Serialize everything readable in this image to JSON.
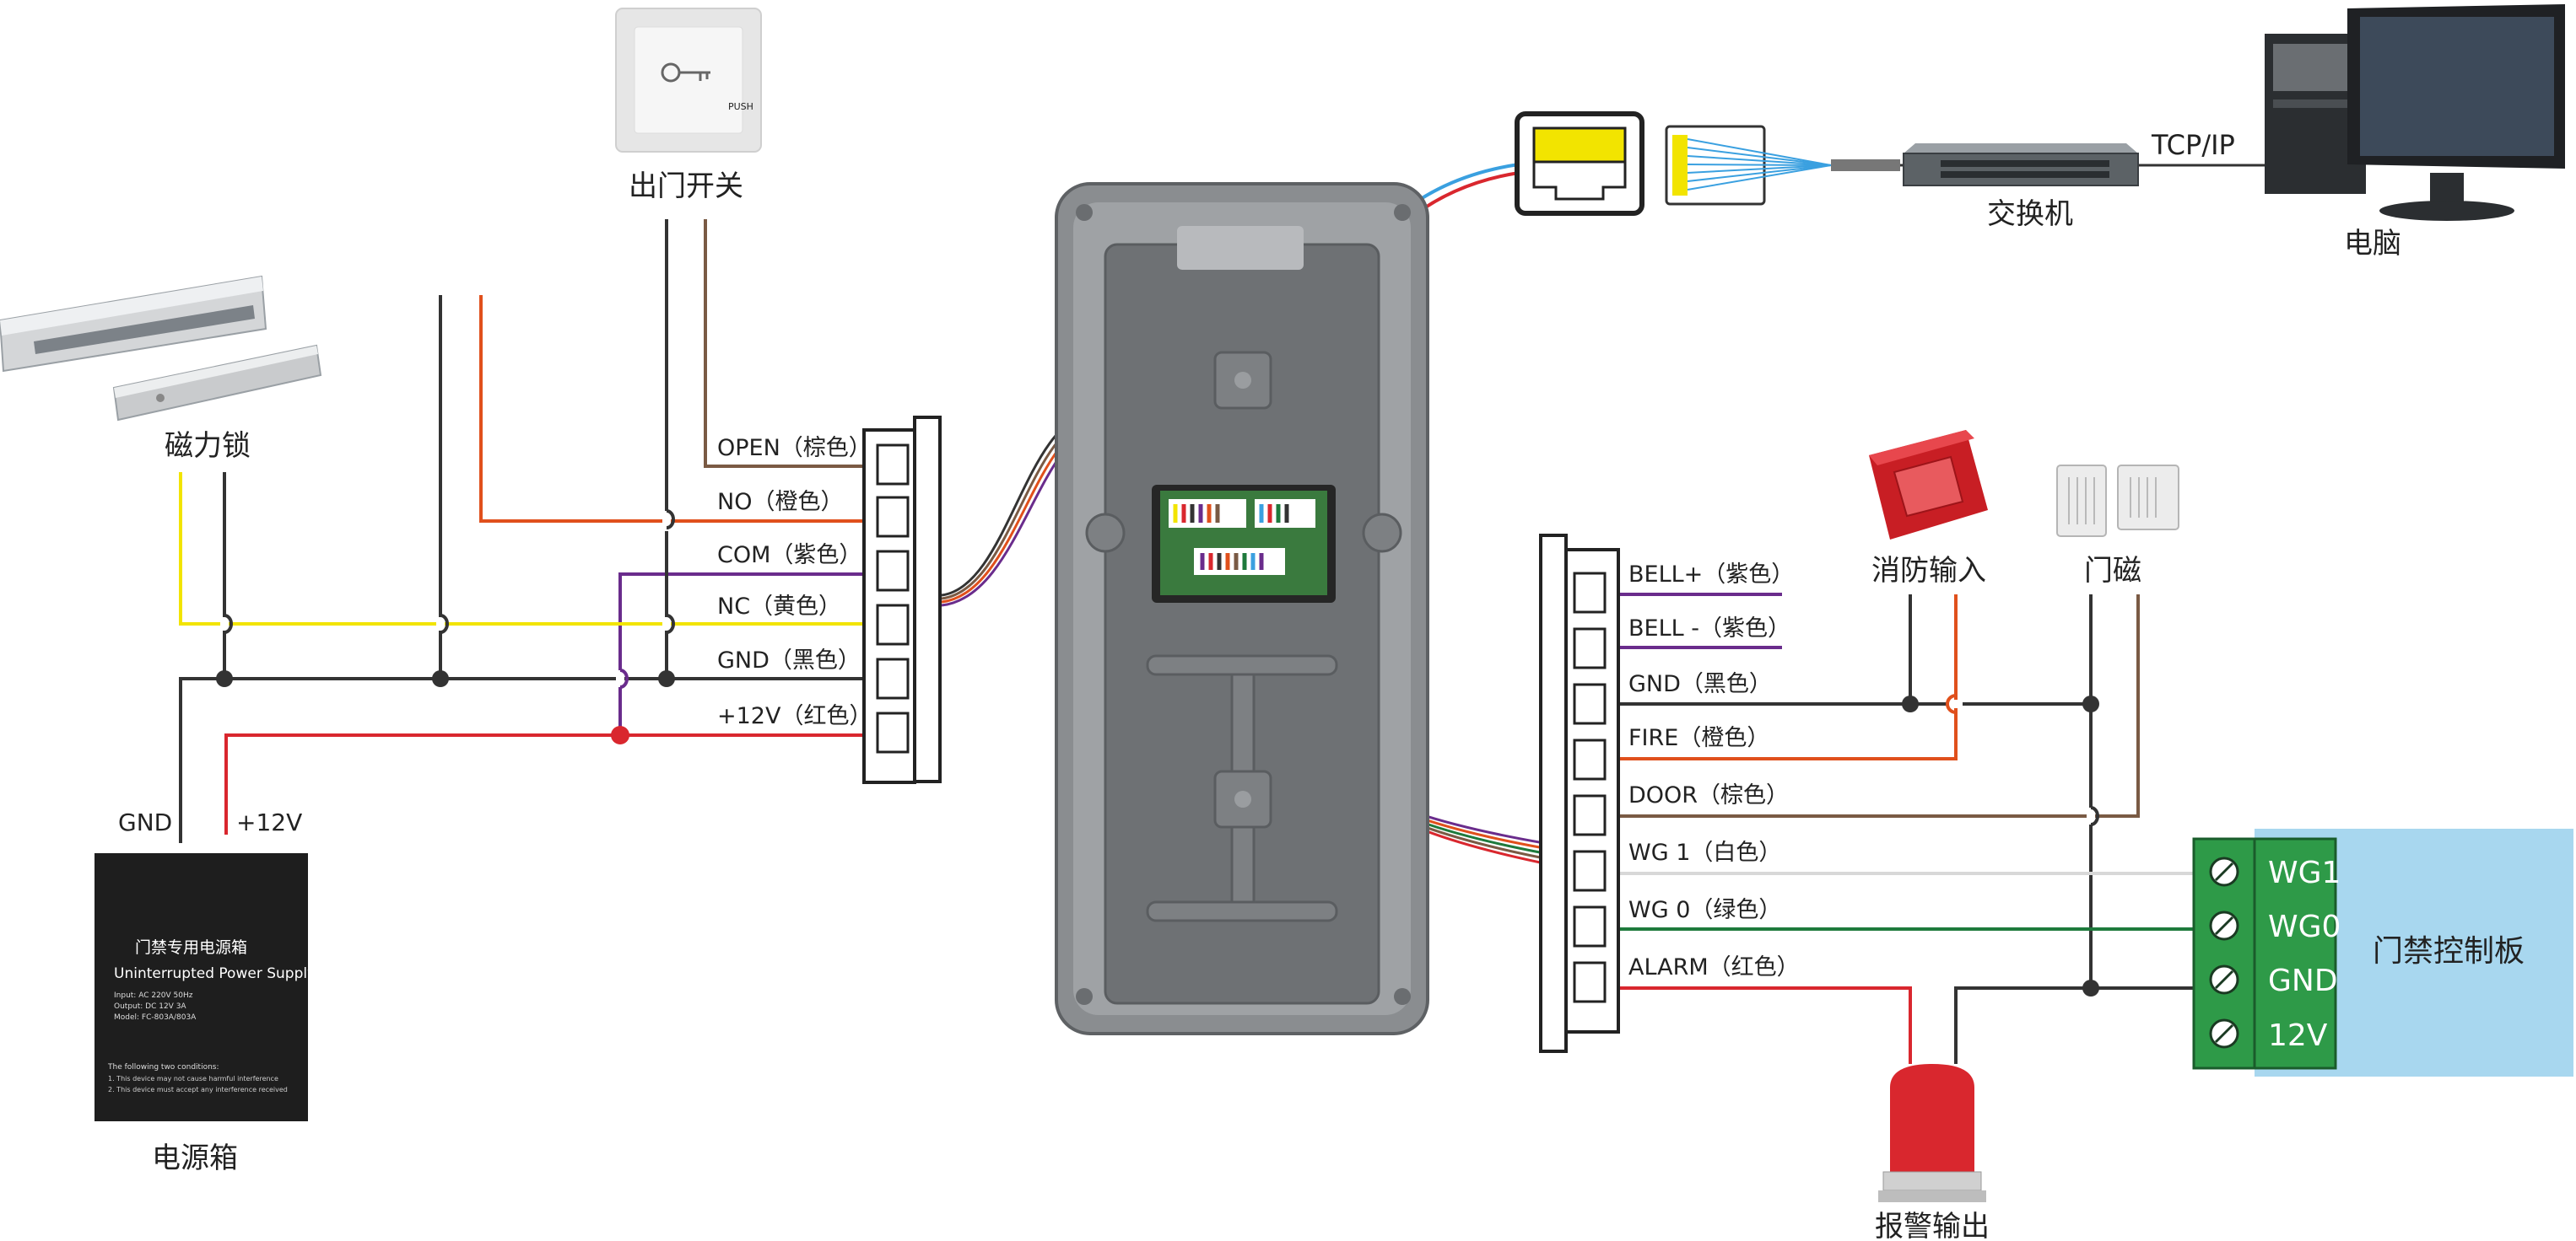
{
  "devices": {
    "exit_switch": "出门开关",
    "exit_switch_push": "PUSH",
    "mag_lock": "磁力锁",
    "power_box": "电源箱",
    "fire_input": "消防输入",
    "door_sensor": "门磁",
    "alarm_output": "报警输出",
    "switch": "交换机",
    "computer": "电脑",
    "control_board": "门禁控制板"
  },
  "network": {
    "protocol": "TCP/IP"
  },
  "power_supply": {
    "gnd_label": "GND",
    "v12_label": "+12V",
    "title_cn": "门禁专用电源箱",
    "title_en": "Uninterrupted Power Supply",
    "spec_input": "Input: AC 220V 50Hz",
    "spec_output": "Output: DC 12V 3A",
    "spec_model": "Model: FC-803A/803A",
    "note_title": "The following two conditions:",
    "note_1": "1. This device may not cause harmful interference",
    "note_2": "2. This device must accept any interference received"
  },
  "left_terminals": [
    "OPEN（棕色）",
    "NO（橙色）",
    "COM（紫色）",
    "NC（黄色）",
    "GND（黑色）",
    "+12V（红色）"
  ],
  "right_terminals": [
    "BELL+（紫色）",
    "BELL -（紫色）",
    "GND（黑色）",
    "FIRE（橙色）",
    "DOOR（棕色）",
    "WG 1（白色）",
    "WG 0（绿色）",
    "ALARM（红色）"
  ],
  "board_terminals": [
    "WG1",
    "WG0",
    "GND",
    "12V"
  ],
  "colors": {
    "brown": "#7a5a44",
    "orange": "#e0501c",
    "purple": "#6a2c8c",
    "yellow": "#f2e400",
    "black": "#333333",
    "red": "#d9272e",
    "white_wire": "#d8d8d8",
    "green": "#1e7a3c",
    "blue": "#3aa0e0",
    "board_bg": "#a8d7ef",
    "terminal_green": "#2e9a48"
  }
}
